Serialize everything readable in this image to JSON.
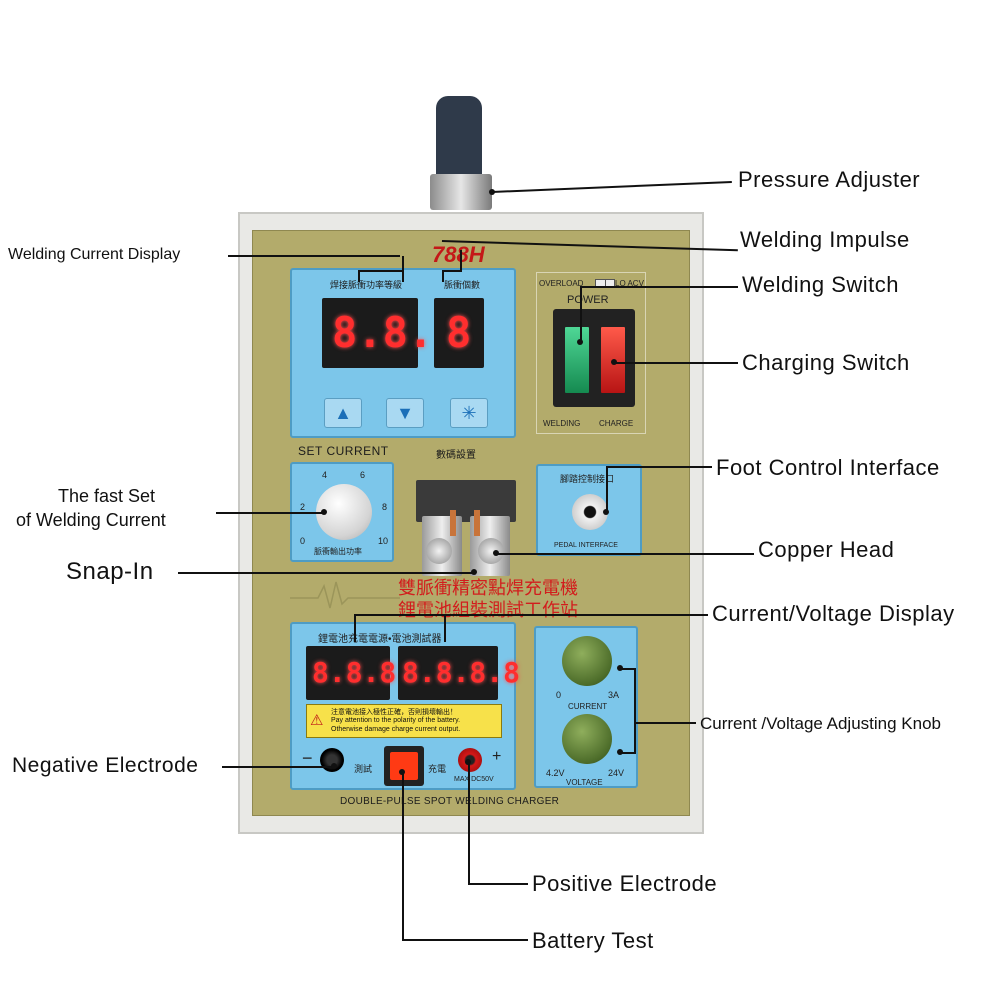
{
  "device": {
    "model": "788H",
    "power_label": "POWER",
    "overload_label": "OVERLOAD",
    "lo_acv_label": "LO ACV",
    "welding_label": "WELDING",
    "charge_label": "CHARGE",
    "set_current_label": "SET CURRENT",
    "digital_setting_label": "數碼設置",
    "weld_power_label": "焊接脈衝功率等級",
    "pulse_count_label": "脈衝個數",
    "weld_display_left": "8.8.",
    "weld_display_right": "8",
    "dial_marks": [
      "0",
      "2",
      "4",
      "6",
      "8",
      "10"
    ],
    "dial_caption": "脈衝輸出功率",
    "pedal_cn_label": "腳踏控制接口",
    "pedal_interface_label": "PEDAL INTERFACE",
    "title_cn_line1": "雙脈衝精密點焊充電機",
    "title_cn_line2": "鋰電池組裝測試工作站",
    "charger_label": "鋰電池充電電源•電池測試器",
    "cv_display_left": "8.8.8",
    "cv_display_right": "8.8.8.8",
    "warning_line1": "注意電池接入極性正確，否則損壞輸出！",
    "warning_line2": "Pay attention to the polarity of the battery.",
    "warning_line3": "Otherwise damage charge current output.",
    "test_label": "測試",
    "charge_cn_label": "充電",
    "max_dc_label": "MAX DC50V",
    "current_label": "CURRENT",
    "current_min": "0",
    "current_max": "3A",
    "voltage_label": "VOLTAGE",
    "voltage_min": "4.2V",
    "voltage_max": "24V",
    "bottom_label": "DOUBLE-PULSE SPOT WELDING CHARGER",
    "minus_sign": "−",
    "plus_sign": "+"
  },
  "callouts": {
    "pressure_adjuster": "Pressure Adjuster",
    "welding_current_display": "Welding Current Display",
    "welding_impulse": "Welding Impulse",
    "welding_switch": "Welding Switch",
    "charging_switch": "Charging Switch",
    "fast_set_line1": "The fast Set",
    "fast_set_line2": "of Welding Current",
    "foot_control_interface": "Foot Control Interface",
    "snap_in": "Snap-In",
    "copper_head": "Copper Head",
    "current_voltage_display": "Current/Voltage Display",
    "adjusting_knob": "Current /Voltage Adjusting Knob",
    "negative_electrode": "Negative Electrode",
    "positive_electrode": "Positive Electrode",
    "battery_test": "Battery Test"
  },
  "colors": {
    "faceplate": "#b3ab6b",
    "panel_blue": "#7cc6ea",
    "segment_red": "#ff2e2e",
    "welding_switch": "#1fae66",
    "charge_switch": "#e02424"
  }
}
